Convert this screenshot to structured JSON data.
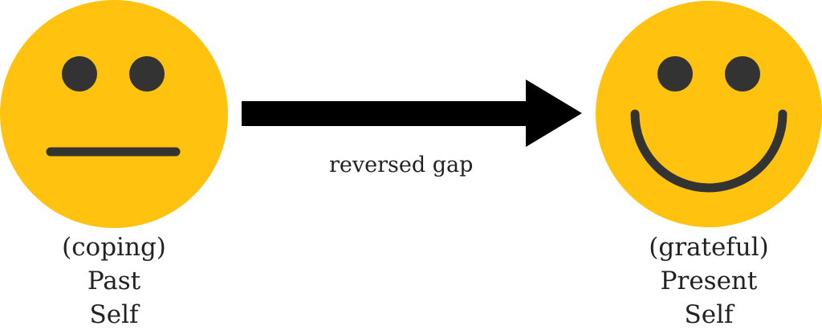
{
  "colors": {
    "face": "#FFC20E",
    "feature": "#333333",
    "arrow": "#000000"
  },
  "past": {
    "icon": "neutral-face-icon",
    "state": "(coping)",
    "line1": "Past",
    "line2": "Self"
  },
  "arrow": {
    "icon": "right-arrow-icon",
    "label": "reversed gap"
  },
  "present": {
    "icon": "smiling-face-icon",
    "state": "(grateful)",
    "line1": "Present",
    "line2": "Self"
  }
}
